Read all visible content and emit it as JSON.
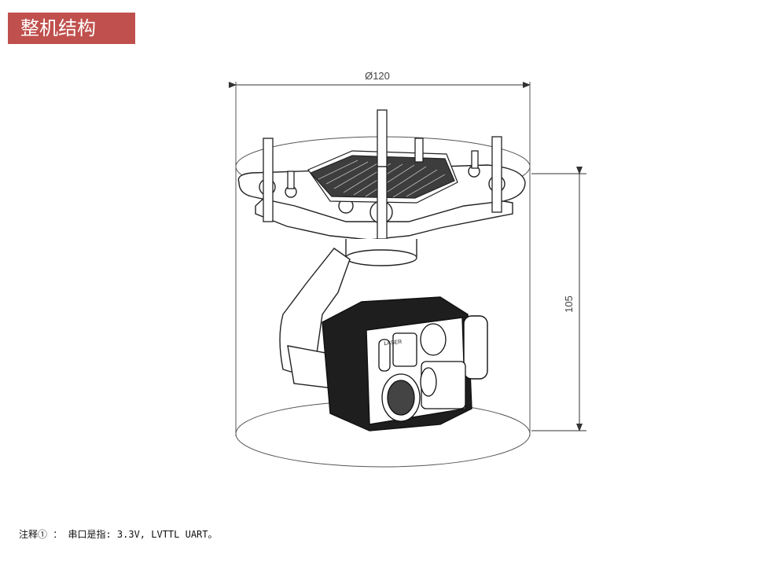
{
  "header": {
    "title": "整机结构"
  },
  "dimensions": {
    "diameter_label": "Ø120",
    "height_label": "105"
  },
  "badge": {
    "text": "LASER"
  },
  "footnote": {
    "text": "注释① ： 串口是指: 3.3V, LVTTL UART。"
  }
}
